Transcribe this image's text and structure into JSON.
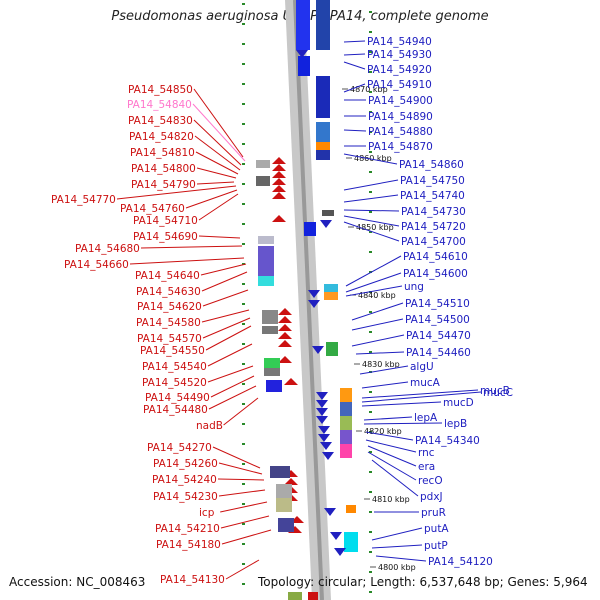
{
  "title": "Pseudomonas aeruginosa UCBPP-PA14, complete genome",
  "footer": {
    "accession": "Accession: NC_008463",
    "summary": "Topology: circular; Length: 6,537,648 bp; Genes: 5,964"
  },
  "colors": {
    "forward_strand": "#2020c0",
    "reverse_strand": "#cc1111",
    "highlight": "#ff77cc",
    "backbone": "#999999",
    "tick": "#2a8a2a"
  },
  "positions": [
    "4870 kbp",
    "4860 kbp",
    "4850 kbp",
    "4840 kbp",
    "4830 kbp",
    "4820 kbp",
    "4810 kbp",
    "4800 kbp"
  ],
  "left_genes": [
    "PA14_54850",
    "PA14_54840",
    "PA14_54830",
    "PA14_54820",
    "PA14_54810",
    "PA14_54800",
    "PA14_54790",
    "PA14_54770",
    "PA14_54760",
    "PA14_54710",
    "PA14_54690",
    "PA14_54680",
    "PA14_54660",
    "PA14_54640",
    "PA14_54630",
    "PA14_54620",
    "PA14_54580",
    "PA14_54570",
    "PA14_54550",
    "PA14_54540",
    "PA14_54520",
    "PA14_54490",
    "PA14_54480",
    "nadB",
    "PA14_54270",
    "PA14_54260",
    "PA14_54240",
    "PA14_54230",
    "icp",
    "PA14_54210",
    "PA14_54180",
    "PA14_54130"
  ],
  "right_genes": [
    "PA14_54940",
    "PA14_54930",
    "PA14_54920",
    "PA14_54910",
    "PA14_54900",
    "PA14_54890",
    "PA14_54880",
    "PA14_54870",
    "PA14_54860",
    "PA14_54750",
    "PA14_54740",
    "PA14_54730",
    "PA14_54720",
    "PA14_54700",
    "PA14_54610",
    "PA14_54600",
    "ung",
    "PA14_54510",
    "PA14_54500",
    "PA14_54470",
    "PA14_54460",
    "algU",
    "mucA",
    "mucB",
    "mucC",
    "mucD",
    "lepA",
    "lepB",
    "PA14_54340",
    "rnc",
    "era",
    "recO",
    "pdxJ",
    "pruR",
    "putA",
    "putP",
    "PA14_54120"
  ]
}
